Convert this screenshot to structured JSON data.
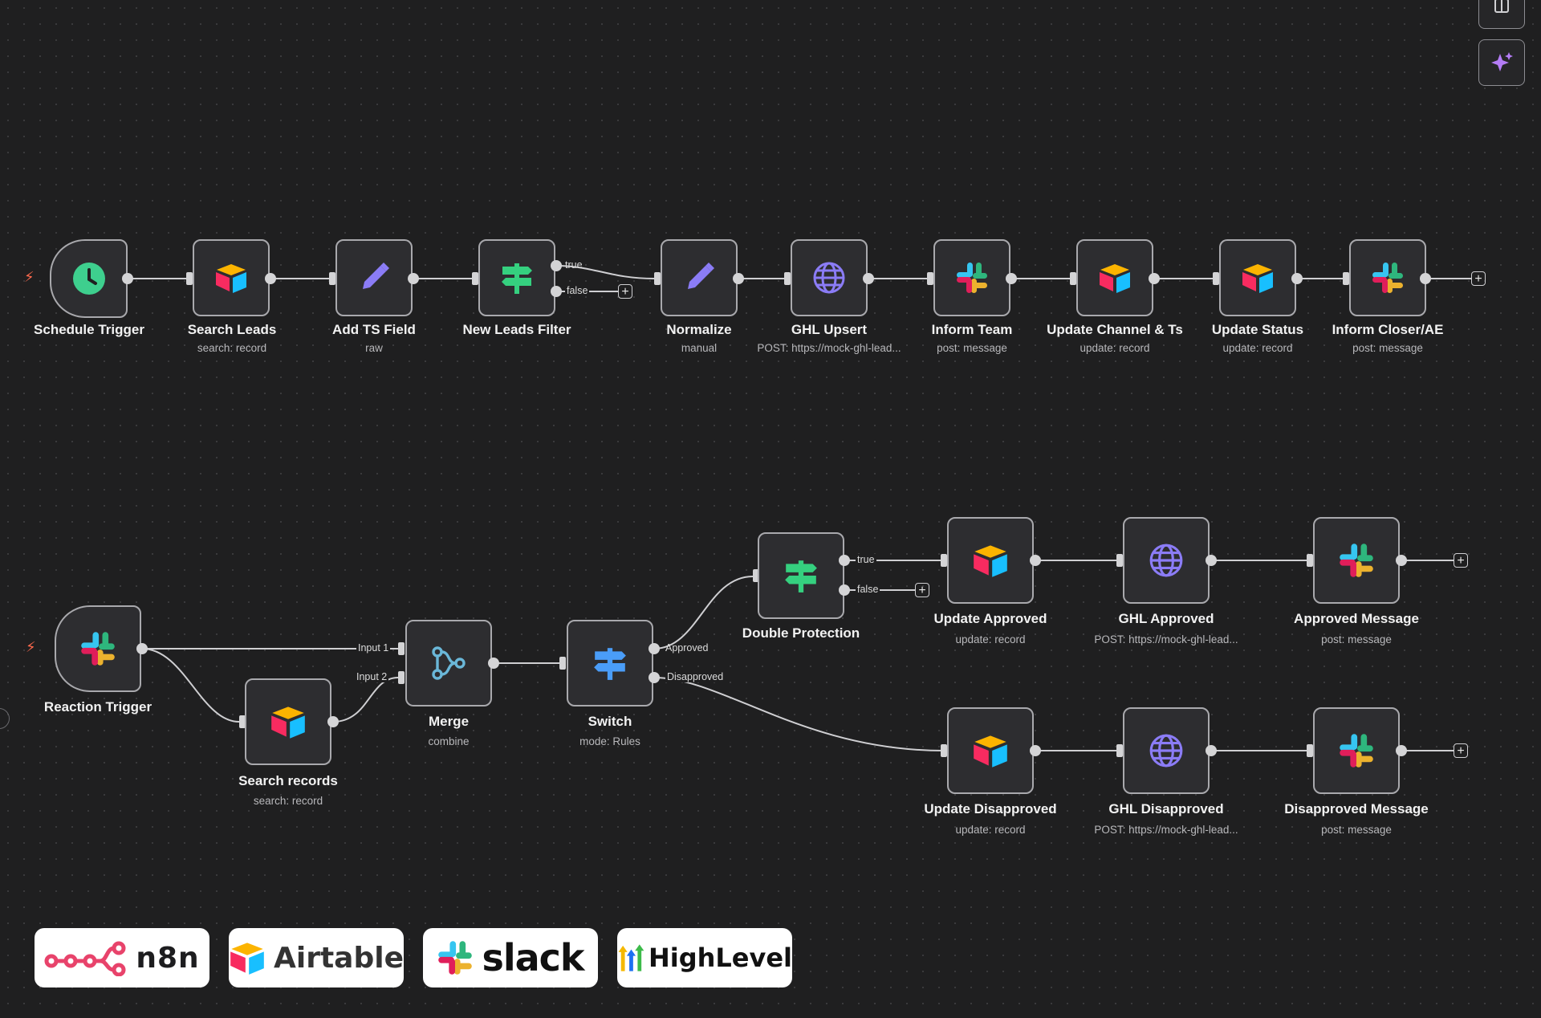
{
  "workflow1": {
    "nodes": [
      {
        "key": "schedule",
        "label": "Schedule Trigger",
        "sub": "",
        "icon": "clock-icon"
      },
      {
        "key": "search_leads",
        "label": "Search Leads",
        "sub": "search: record",
        "icon": "airtable-icon"
      },
      {
        "key": "add_ts",
        "label": "Add TS Field",
        "sub": "raw",
        "icon": "pencil-icon"
      },
      {
        "key": "new_leads",
        "label": "New Leads Filter",
        "sub": "",
        "icon": "signpost-icon"
      },
      {
        "key": "normalize",
        "label": "Normalize",
        "sub": "manual",
        "icon": "pencil-icon"
      },
      {
        "key": "ghl_upsert",
        "label": "GHL Upsert",
        "sub": "POST: https://mock-ghl-lead...",
        "icon": "globe-icon"
      },
      {
        "key": "inform_team",
        "label": "Inform Team",
        "sub": "post: message",
        "icon": "slack-icon"
      },
      {
        "key": "update_channel",
        "label": "Update Channel & Ts",
        "sub": "update: record",
        "icon": "airtable-icon"
      },
      {
        "key": "update_status",
        "label": "Update Status",
        "sub": "update: record",
        "icon": "airtable-icon"
      },
      {
        "key": "inform_closer",
        "label": "Inform Closer/AE",
        "sub": "post: message",
        "icon": "slack-icon"
      }
    ],
    "branch_true": "true",
    "branch_false": "false"
  },
  "workflow2": {
    "reaction_trigger": {
      "label": "Reaction Trigger",
      "icon": "slack-icon"
    },
    "search_records": {
      "label": "Search records",
      "sub": "search: record",
      "icon": "airtable-icon"
    },
    "merge": {
      "label": "Merge",
      "sub": "combine",
      "icon": "merge-icon",
      "input1": "Input 1",
      "input2": "Input 2"
    },
    "switch": {
      "label": "Switch",
      "sub": "mode: Rules",
      "icon": "signpost-icon",
      "out_approved": "Approved",
      "out_disapproved": "Disapproved"
    },
    "double_protection": {
      "label": "Double Protection",
      "icon": "signpost-icon",
      "true": "true",
      "false": "false"
    },
    "update_approved": {
      "label": "Update Approved",
      "sub": "update: record",
      "icon": "airtable-icon"
    },
    "ghl_approved": {
      "label": "GHL Approved",
      "sub": "POST: https://mock-ghl-lead...",
      "icon": "globe-icon"
    },
    "approved_message": {
      "label": "Approved Message",
      "sub": "post: message",
      "icon": "slack-icon"
    },
    "update_disapproved": {
      "label": "Update Disapproved",
      "sub": "update: record",
      "icon": "airtable-icon"
    },
    "ghl_disapproved": {
      "label": "GHL Disapproved",
      "sub": "POST: https://mock-ghl-lead...",
      "icon": "globe-icon"
    },
    "disapproved_message": {
      "label": "Disapproved Message",
      "sub": "post: message",
      "icon": "slack-icon"
    }
  },
  "logos": [
    {
      "name": "n8n",
      "text": "n8n"
    },
    {
      "name": "airtable",
      "text": "Airtable"
    },
    {
      "name": "slack",
      "text": "slack"
    },
    {
      "name": "highlevel",
      "text": "HighLevel"
    }
  ],
  "colors": {
    "canvas": "#1f1f20",
    "node_bg": "#2d2d30",
    "node_border": "#a9a9ad",
    "edge": "#d4d4d6",
    "trigger_bolt": "#ff6a4d",
    "clock": "#3ecf8e",
    "pencil": "#8b7cf6",
    "signpost_green": "#35d07f",
    "signpost_blue": "#4a9df8",
    "globe": "#8b7cf6",
    "merge": "#6ab7d8"
  }
}
